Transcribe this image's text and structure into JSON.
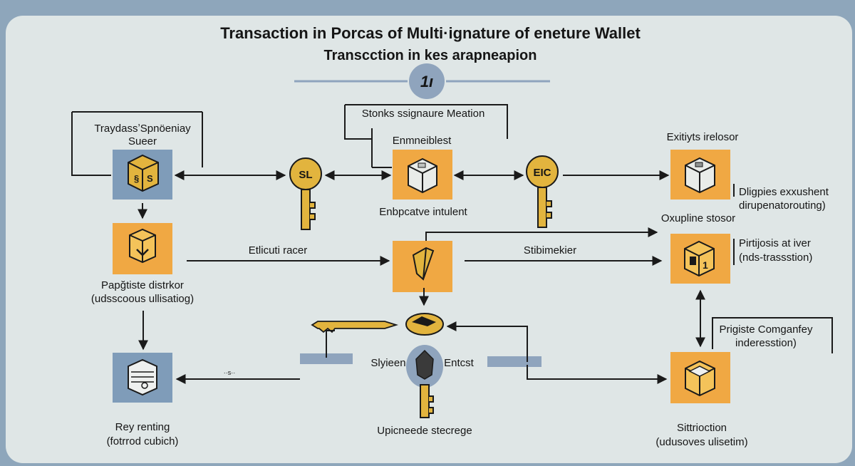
{
  "title": {
    "line1": "Transaction in Porcas of Multi·ignature of eneture Wallet",
    "line2": "Transcction in kes arapneapion",
    "step_badge": "1ı"
  },
  "boxes": {
    "top_left": {
      "label_line1": "TraydassʼSpnöeniay",
      "label_line2": "Sueer"
    },
    "left_mid": {
      "label_line1": "Papğtiste distrkor",
      "label_line2": "(udsscoous ullisatiog)"
    },
    "bottom_left": {
      "label_line1": "Rey renting",
      "label_line2": "(fotrrod cubich)"
    },
    "center_top": {
      "bracket_label": "Stonks ssignaure Meation",
      "label_top": "Enmneiblest",
      "label_bottom": "Enbpcatve intulent"
    },
    "center_mid": {
      "label": ""
    },
    "top_right": {
      "label_top": "Exitiyts irelosor",
      "label_right_line1": "Dligpies exxushent",
      "label_right_line2": "dirupenatorouting)"
    },
    "right_mid": {
      "label_top": "Oxupline stosor",
      "label_right_line1": "Pirtijosis at iver",
      "label_right_line2": "(nds-trassstion)"
    },
    "bottom_right": {
      "label_top_line1": "Prigiste Comganfey",
      "label_top_line2": "inderesstion)",
      "label_bottom_line1": "Sittrioction",
      "label_bottom_line2": "(udusoves ulisetim)"
    }
  },
  "keys": {
    "key_sl": {
      "label": "SL"
    },
    "key_eic": {
      "label": "EIC"
    }
  },
  "arrow_labels": {
    "left_to_center": "Etlicuti racer",
    "center_to_right": "Stibimekier",
    "small_mark": "··s··",
    "bottom_center_left": "Slyieen",
    "bottom_center_right": "Entcst",
    "bottom_center_bottom": "Upicneede stecrege"
  },
  "colors": {
    "background": "#8ea6bb",
    "panel": "#dfe6e6",
    "orange_box": "#f0a843",
    "blue_box": "#7f9cb9",
    "gold_key": "#e2b43e",
    "line": "#1a1a1a",
    "bar": "#8fa4bd"
  }
}
